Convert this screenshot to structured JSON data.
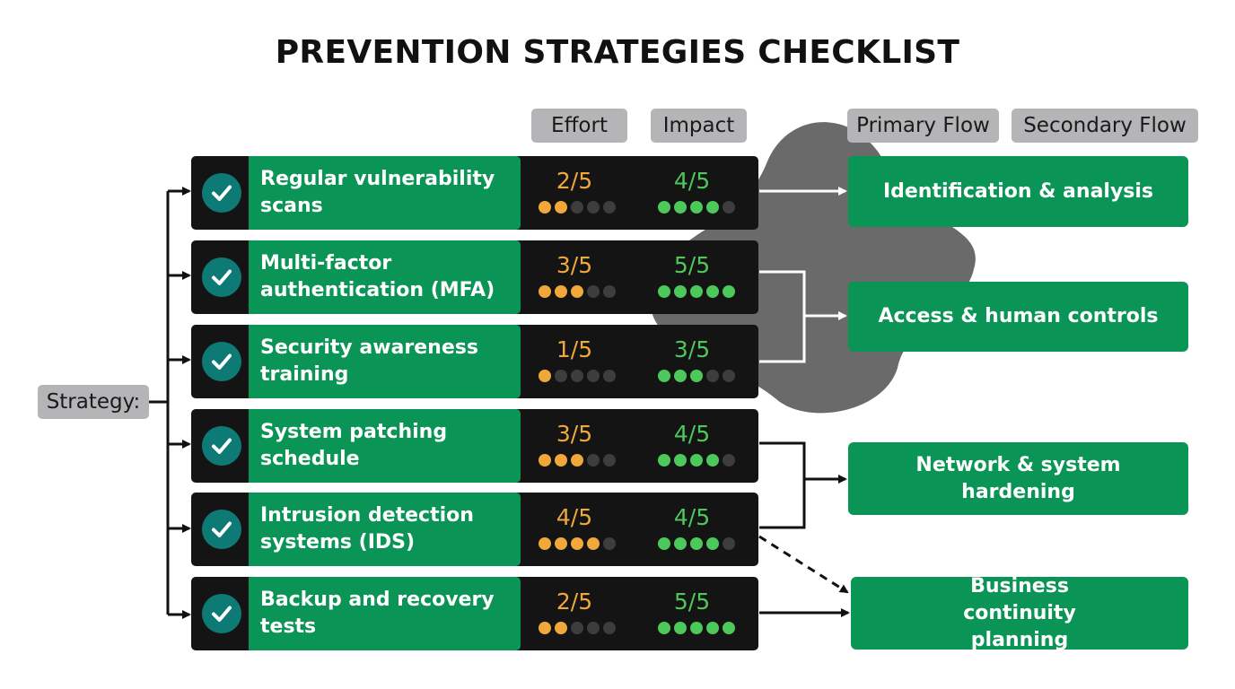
{
  "title": "PREVENTION STRATEGIES CHECKLIST",
  "headers": {
    "effort": "Effort",
    "impact": "Impact",
    "primary_flow": "Primary Flow",
    "secondary_flow": "Secondary Flow"
  },
  "strategy_label": "Strategy:",
  "colors": {
    "green": "#0a9456",
    "dark": "#141414",
    "effort_accent": "#f0a83a",
    "impact_accent": "#4cc95a",
    "check_circle": "#0d7a76",
    "header_pill": "#b5b5b8",
    "blob": "#6a6a6a"
  },
  "max_score": 5,
  "strategies": [
    {
      "label": "Regular vulnerability scans",
      "effort": 2,
      "effort_text": "2/5",
      "impact": 4,
      "impact_text": "4/5",
      "icon": "check-circle-icon"
    },
    {
      "label": "Multi-factor authentication (MFA)",
      "effort": 3,
      "effort_text": "3/5",
      "impact": 5,
      "impact_text": "5/5",
      "icon": "check-circle-icon"
    },
    {
      "label": "Security awareness training",
      "effort": 1,
      "effort_text": "1/5",
      "impact": 3,
      "impact_text": "3/5",
      "icon": "check-circle-icon"
    },
    {
      "label": "System patching schedule",
      "effort": 3,
      "effort_text": "3/5",
      "impact": 4,
      "impact_text": "4/5",
      "icon": "check-circle-icon"
    },
    {
      "label": "Intrusion detection systems (IDS)",
      "effort": 4,
      "effort_text": "4/5",
      "impact": 4,
      "impact_text": "4/5",
      "icon": "check-circle-icon"
    },
    {
      "label": "Backup and recovery tests",
      "effort": 2,
      "effort_text": "2/5",
      "impact": 5,
      "impact_text": "5/5",
      "icon": "check-circle-icon"
    }
  ],
  "targets": [
    {
      "label": "Identification & analysis"
    },
    {
      "label": "Access & human controls"
    },
    {
      "label": "Network & system hardening"
    },
    {
      "label": "Business continuity planning"
    }
  ],
  "flows": [
    {
      "from": [
        1
      ],
      "to": 1,
      "style": "solid",
      "kind": "primary"
    },
    {
      "from": [
        2,
        3
      ],
      "to": 2,
      "style": "solid",
      "kind": "primary"
    },
    {
      "from": [
        4,
        5
      ],
      "to": 3,
      "style": "solid",
      "kind": "primary"
    },
    {
      "from": [
        6
      ],
      "to": 4,
      "style": "solid",
      "kind": "primary"
    },
    {
      "from": [
        5
      ],
      "to": 4,
      "style": "dashed",
      "kind": "secondary"
    }
  ]
}
